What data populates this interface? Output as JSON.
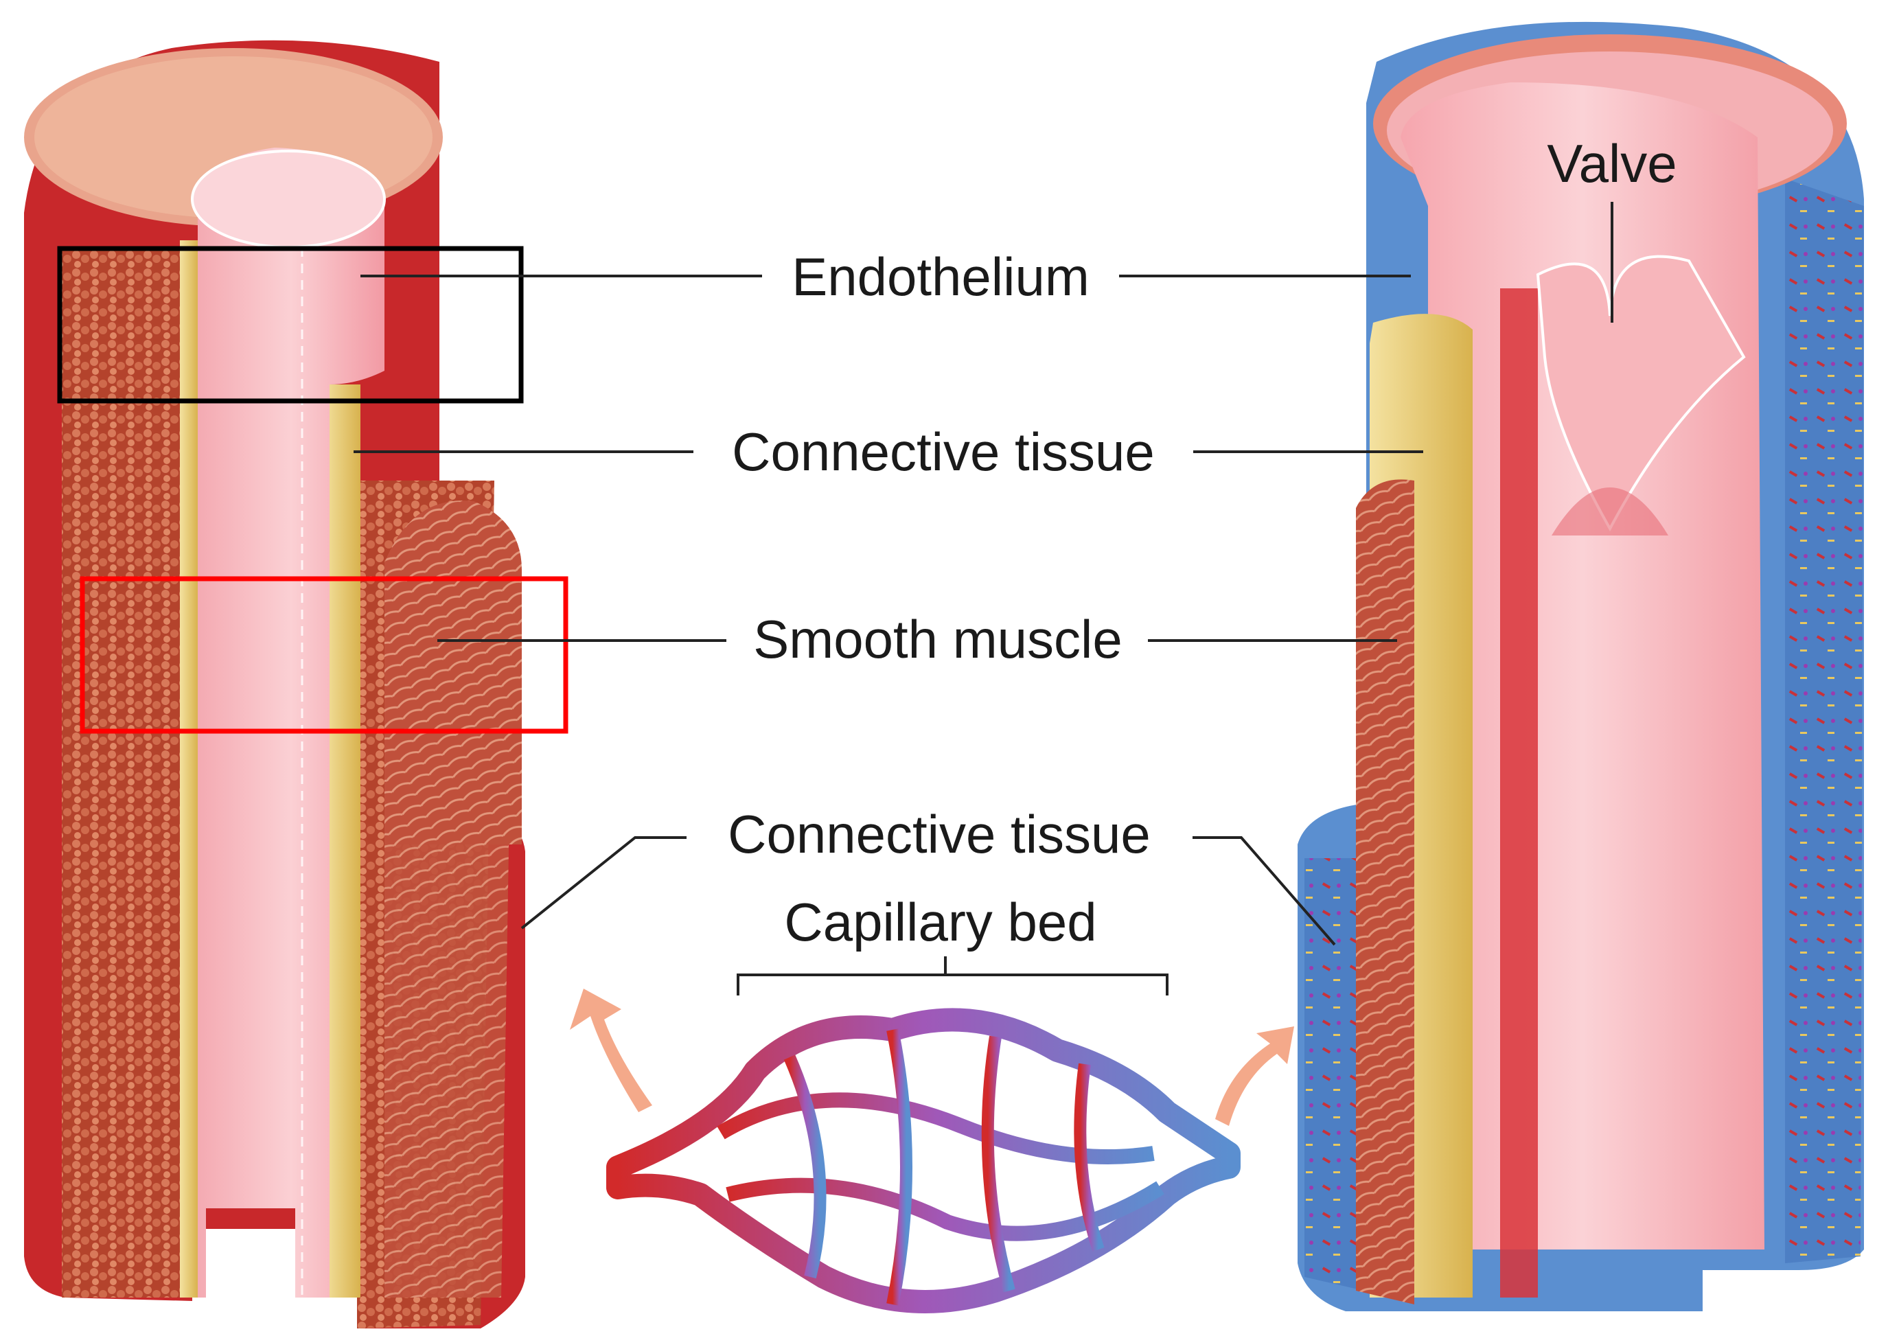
{
  "labels": {
    "valve": "Valve",
    "endothelium": "Endothelium",
    "connective_tissue_upper": "Connective tissue",
    "smooth_muscle": "Smooth muscle",
    "connective_tissue_lower": "Connective tissue",
    "capillary_bed": "Capillary bed"
  },
  "highlight_boxes": [
    {
      "label": "endothelium-highlight",
      "color": "#000000"
    },
    {
      "label": "smooth-muscle-highlight",
      "color": "#ff0000"
    }
  ],
  "colors": {
    "artery_outer": "#c8282b",
    "artery_muscle": "#b8452f",
    "connective_yellow": "#e8c86a",
    "endothelium_pink": "#f2a4ab",
    "vein_outer": "#5b8fd0",
    "capillary_mid": "#a058b8"
  }
}
